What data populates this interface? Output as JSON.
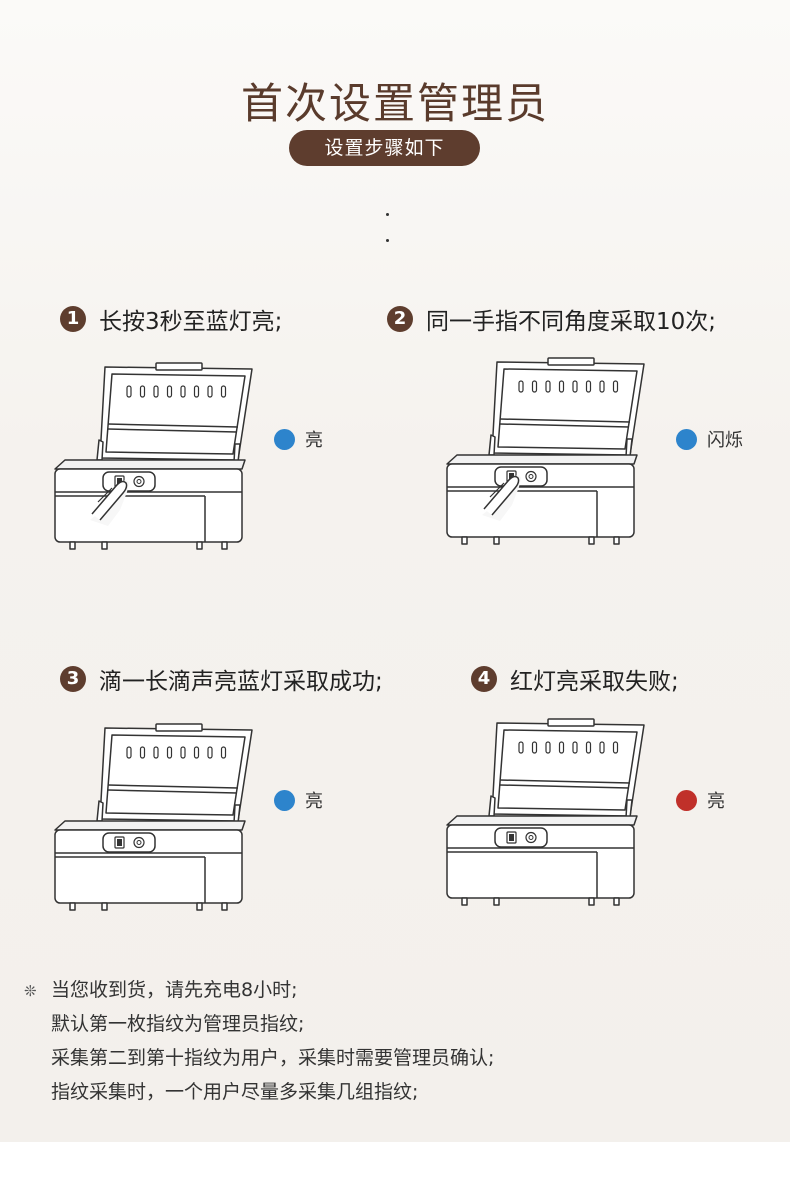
{
  "title": "首次设置管理员",
  "subtitle": "设置步骤如下",
  "steps": [
    {
      "number": "1",
      "text": "长按3秒至蓝灯亮;",
      "indicator": {
        "label": "亮",
        "color": "#2d84cc"
      },
      "finger": true
    },
    {
      "number": "2",
      "text": "同一手指不同角度采取10次;",
      "indicator": {
        "label": "闪烁",
        "color": "#2d84cc"
      },
      "finger": true
    },
    {
      "number": "3",
      "text": "滴一长滴声亮蓝灯采取成功;",
      "indicator": {
        "label": "亮",
        "color": "#2d84cc"
      },
      "finger": false
    },
    {
      "number": "4",
      "text": "红灯亮采取失败;",
      "indicator": {
        "label": "亮",
        "color": "#c0302a"
      },
      "finger": false
    }
  ],
  "notes": {
    "marker": "❊",
    "lines": [
      "当您收到货，请先充电8小时;",
      "默认第一枚指纹为管理员指纹;",
      "采集第二到第十指纹为用户，采集时需要管理员确认;",
      "指纹采集时，一个用户尽量多采集几组指纹;"
    ]
  },
  "colors": {
    "brand": "#5e3d2e",
    "blue_led": "#2d84cc",
    "red_led": "#c0302a"
  }
}
